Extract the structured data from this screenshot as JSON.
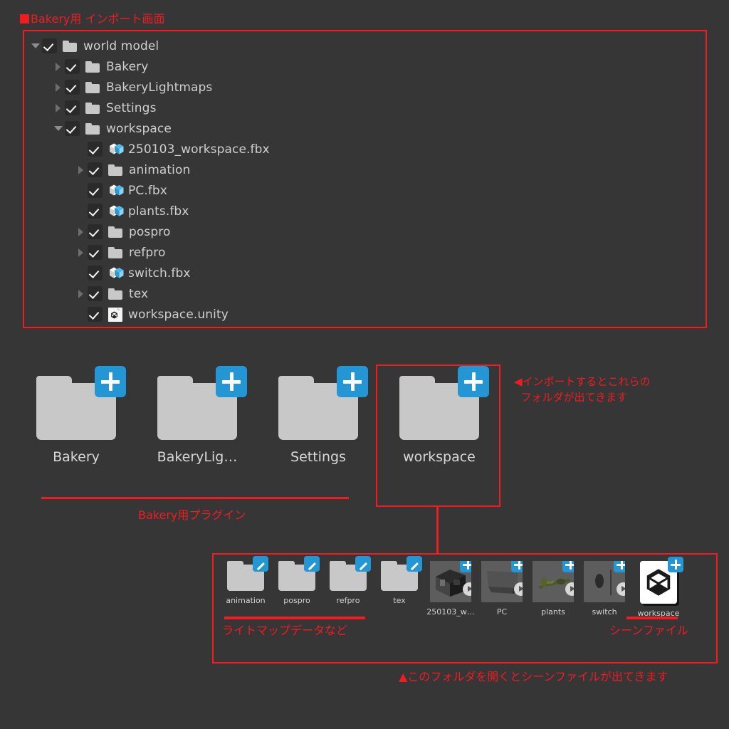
{
  "title": {
    "marker": "■",
    "text": "Bakery用 インポート画面"
  },
  "tree": {
    "rows": [
      {
        "indent": 0,
        "toggle": "down",
        "checked": true,
        "icon": "folder-icon",
        "label": "world model"
      },
      {
        "indent": 1,
        "toggle": "right",
        "checked": true,
        "icon": "folder-icon",
        "label": "Bakery"
      },
      {
        "indent": 1,
        "toggle": "right",
        "checked": true,
        "icon": "folder-icon",
        "label": "BakeryLightmaps"
      },
      {
        "indent": 1,
        "toggle": "right",
        "checked": true,
        "icon": "folder-icon",
        "label": "Settings"
      },
      {
        "indent": 1,
        "toggle": "down",
        "checked": true,
        "icon": "folder-icon",
        "label": "workspace"
      },
      {
        "indent": 2,
        "toggle": "none",
        "checked": true,
        "icon": "fbx-model-icon",
        "label": "250103_workspace.fbx"
      },
      {
        "indent": 2,
        "toggle": "right",
        "checked": true,
        "icon": "folder-icon",
        "label": "animation"
      },
      {
        "indent": 2,
        "toggle": "none",
        "checked": true,
        "icon": "fbx-model-icon",
        "label": "PC.fbx"
      },
      {
        "indent": 2,
        "toggle": "none",
        "checked": true,
        "icon": "fbx-model-icon",
        "label": "plants.fbx"
      },
      {
        "indent": 2,
        "toggle": "right",
        "checked": true,
        "icon": "folder-icon",
        "label": "pospro"
      },
      {
        "indent": 2,
        "toggle": "right",
        "checked": true,
        "icon": "folder-icon",
        "label": "refpro"
      },
      {
        "indent": 2,
        "toggle": "none",
        "checked": true,
        "icon": "fbx-model-icon",
        "label": "switch.fbx"
      },
      {
        "indent": 2,
        "toggle": "right",
        "checked": true,
        "icon": "folder-icon",
        "label": "tex"
      },
      {
        "indent": 2,
        "toggle": "none",
        "checked": true,
        "icon": "unity-scene-icon",
        "label": "workspace.unity"
      }
    ]
  },
  "big_items": [
    {
      "label": "Bakery",
      "badge": "plus-badge-icon"
    },
    {
      "label": "BakeryLig…",
      "badge": "plus-badge-icon"
    },
    {
      "label": "Settings",
      "badge": "plus-badge-icon"
    },
    {
      "label": "workspace",
      "badge": "plus-badge-icon"
    }
  ],
  "small_items": [
    {
      "label": "animation",
      "kind": "folder",
      "badge": "pencil-badge-icon",
      "thumb": ""
    },
    {
      "label": "pospro",
      "kind": "folder",
      "badge": "pencil-badge-icon",
      "thumb": ""
    },
    {
      "label": "refpro",
      "kind": "folder",
      "badge": "pencil-badge-icon",
      "thumb": ""
    },
    {
      "label": "tex",
      "kind": "folder",
      "badge": "pencil-badge-icon",
      "thumb": ""
    },
    {
      "label": "250103_w…",
      "kind": "model",
      "badge": "plus-badge-icon",
      "thumb": "room-model-thumbnail"
    },
    {
      "label": "PC",
      "kind": "model",
      "badge": "plus-badge-icon",
      "thumb": "laptop-model-thumbnail"
    },
    {
      "label": "plants",
      "kind": "model",
      "badge": "plus-badge-icon",
      "thumb": "plants-model-thumbnail"
    },
    {
      "label": "switch",
      "kind": "model",
      "badge": "plus-badge-icon",
      "thumb": "switch-model-thumbnail"
    },
    {
      "label": "workspace",
      "kind": "unity",
      "badge": "plus-badge-icon",
      "thumb": "unity-scene-thumbnail"
    }
  ],
  "annotations": {
    "import_note": "◀インポートするとこれらの\n  フォルダが出てきます",
    "bakery_plugin": "Bakery用プラグイン",
    "lightmap_note": "ライトマップデータなど",
    "scene_file": "シーンファイル",
    "bottom_note": "▲このフォルダを開くとシーンファイルが出てきます"
  },
  "colors": {
    "background": "#363636",
    "annotation_red": "#ef1c22",
    "badge_blue": "#2396d3",
    "folder_gray": "#c8c8c8",
    "label_text": "#cfcfcf"
  }
}
